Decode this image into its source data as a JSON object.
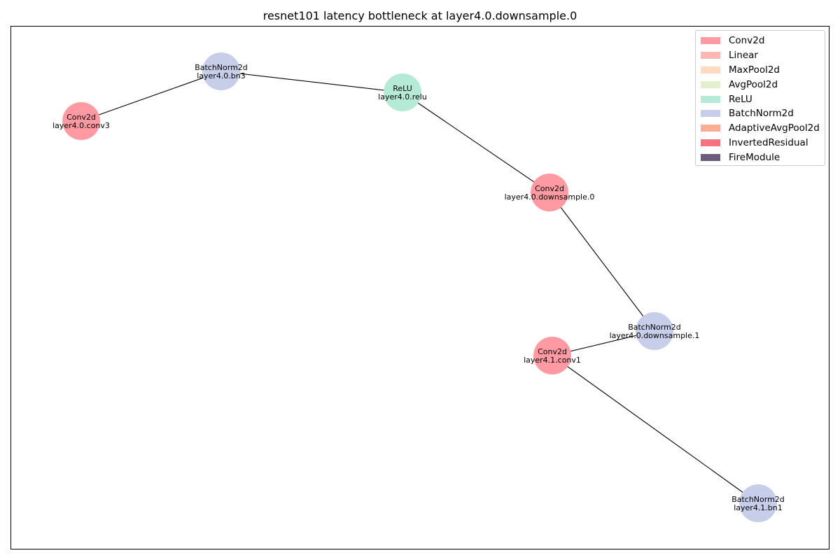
{
  "title": "resnet101 latency bottleneck at layer4.0.downsample.0",
  "legend": [
    {
      "label": "Conv2d",
      "color": "#ff9aa2"
    },
    {
      "label": "Linear",
      "color": "#ffb7b2"
    },
    {
      "label": "MaxPool2d",
      "color": "#ffdac1"
    },
    {
      "label": "AvgPool2d",
      "color": "#e2f0cb"
    },
    {
      "label": "ReLU",
      "color": "#b5ead7"
    },
    {
      "label": "BatchNorm2d",
      "color": "#c7cee9"
    },
    {
      "label": "AdaptiveAvgPool2d",
      "color": "#f8ad94"
    },
    {
      "label": "InvertedResidual",
      "color": "#f67280"
    },
    {
      "label": "FireModule",
      "color": "#6c5b7b"
    }
  ],
  "nodes": [
    {
      "id": "layer4.0.conv3",
      "type": "Conv2d",
      "name": "layer4.0.conv3",
      "color": "#ff9aa2"
    },
    {
      "id": "layer4.0.bn3",
      "type": "BatchNorm2d",
      "name": "layer4.0.bn3",
      "color": "#c7cee9"
    },
    {
      "id": "layer4.0.relu",
      "type": "ReLU",
      "name": "layer4.0.relu",
      "color": "#b5ead7"
    },
    {
      "id": "layer4.0.downsample.0",
      "type": "Conv2d",
      "name": "layer4.0.downsample.0",
      "color": "#ff9aa2"
    },
    {
      "id": "layer4.0.downsample.1",
      "type": "BatchNorm2d",
      "name": "layer4.0.downsample.1",
      "color": "#c7cee9"
    },
    {
      "id": "layer4.1.conv1",
      "type": "Conv2d",
      "name": "layer4.1.conv1",
      "color": "#ff9aa2"
    },
    {
      "id": "layer4.1.bn1",
      "type": "BatchNorm2d",
      "name": "layer4.1.bn1",
      "color": "#c7cee9"
    }
  ],
  "edges": [
    [
      "layer4.0.conv3",
      "layer4.0.bn3"
    ],
    [
      "layer4.0.bn3",
      "layer4.0.relu"
    ],
    [
      "layer4.0.relu",
      "layer4.0.downsample.0"
    ],
    [
      "layer4.0.downsample.0",
      "layer4.0.downsample.1"
    ],
    [
      "layer4.0.downsample.1",
      "layer4.1.conv1"
    ],
    [
      "layer4.1.conv1",
      "layer4.1.bn1"
    ]
  ]
}
